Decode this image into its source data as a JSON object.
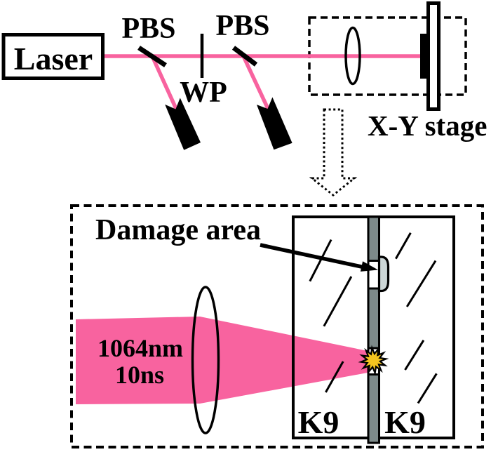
{
  "figure": {
    "title": "Laser damage experiment optical setup diagram",
    "background": "#ffffff"
  },
  "colors": {
    "beam_pink": "#f8639f",
    "spark_yellow": "#f5c51f",
    "glass_bar_gray": "#7d8a8a",
    "bump_gray": "#ccd6d6",
    "ink": "#000000",
    "white": "#ffffff"
  },
  "top_section": {
    "laser_label": "Laser",
    "pbs1_label": "PBS",
    "pbs2_label": "PBS",
    "waveplate_label": "WP",
    "stage_label": "X-Y stage"
  },
  "bottom_section": {
    "damage_label": "Damage area",
    "beam_text_line1": "1064nm",
    "beam_text_line2": "10ns",
    "glass_left_label": "K9",
    "glass_right_label": "K9"
  }
}
